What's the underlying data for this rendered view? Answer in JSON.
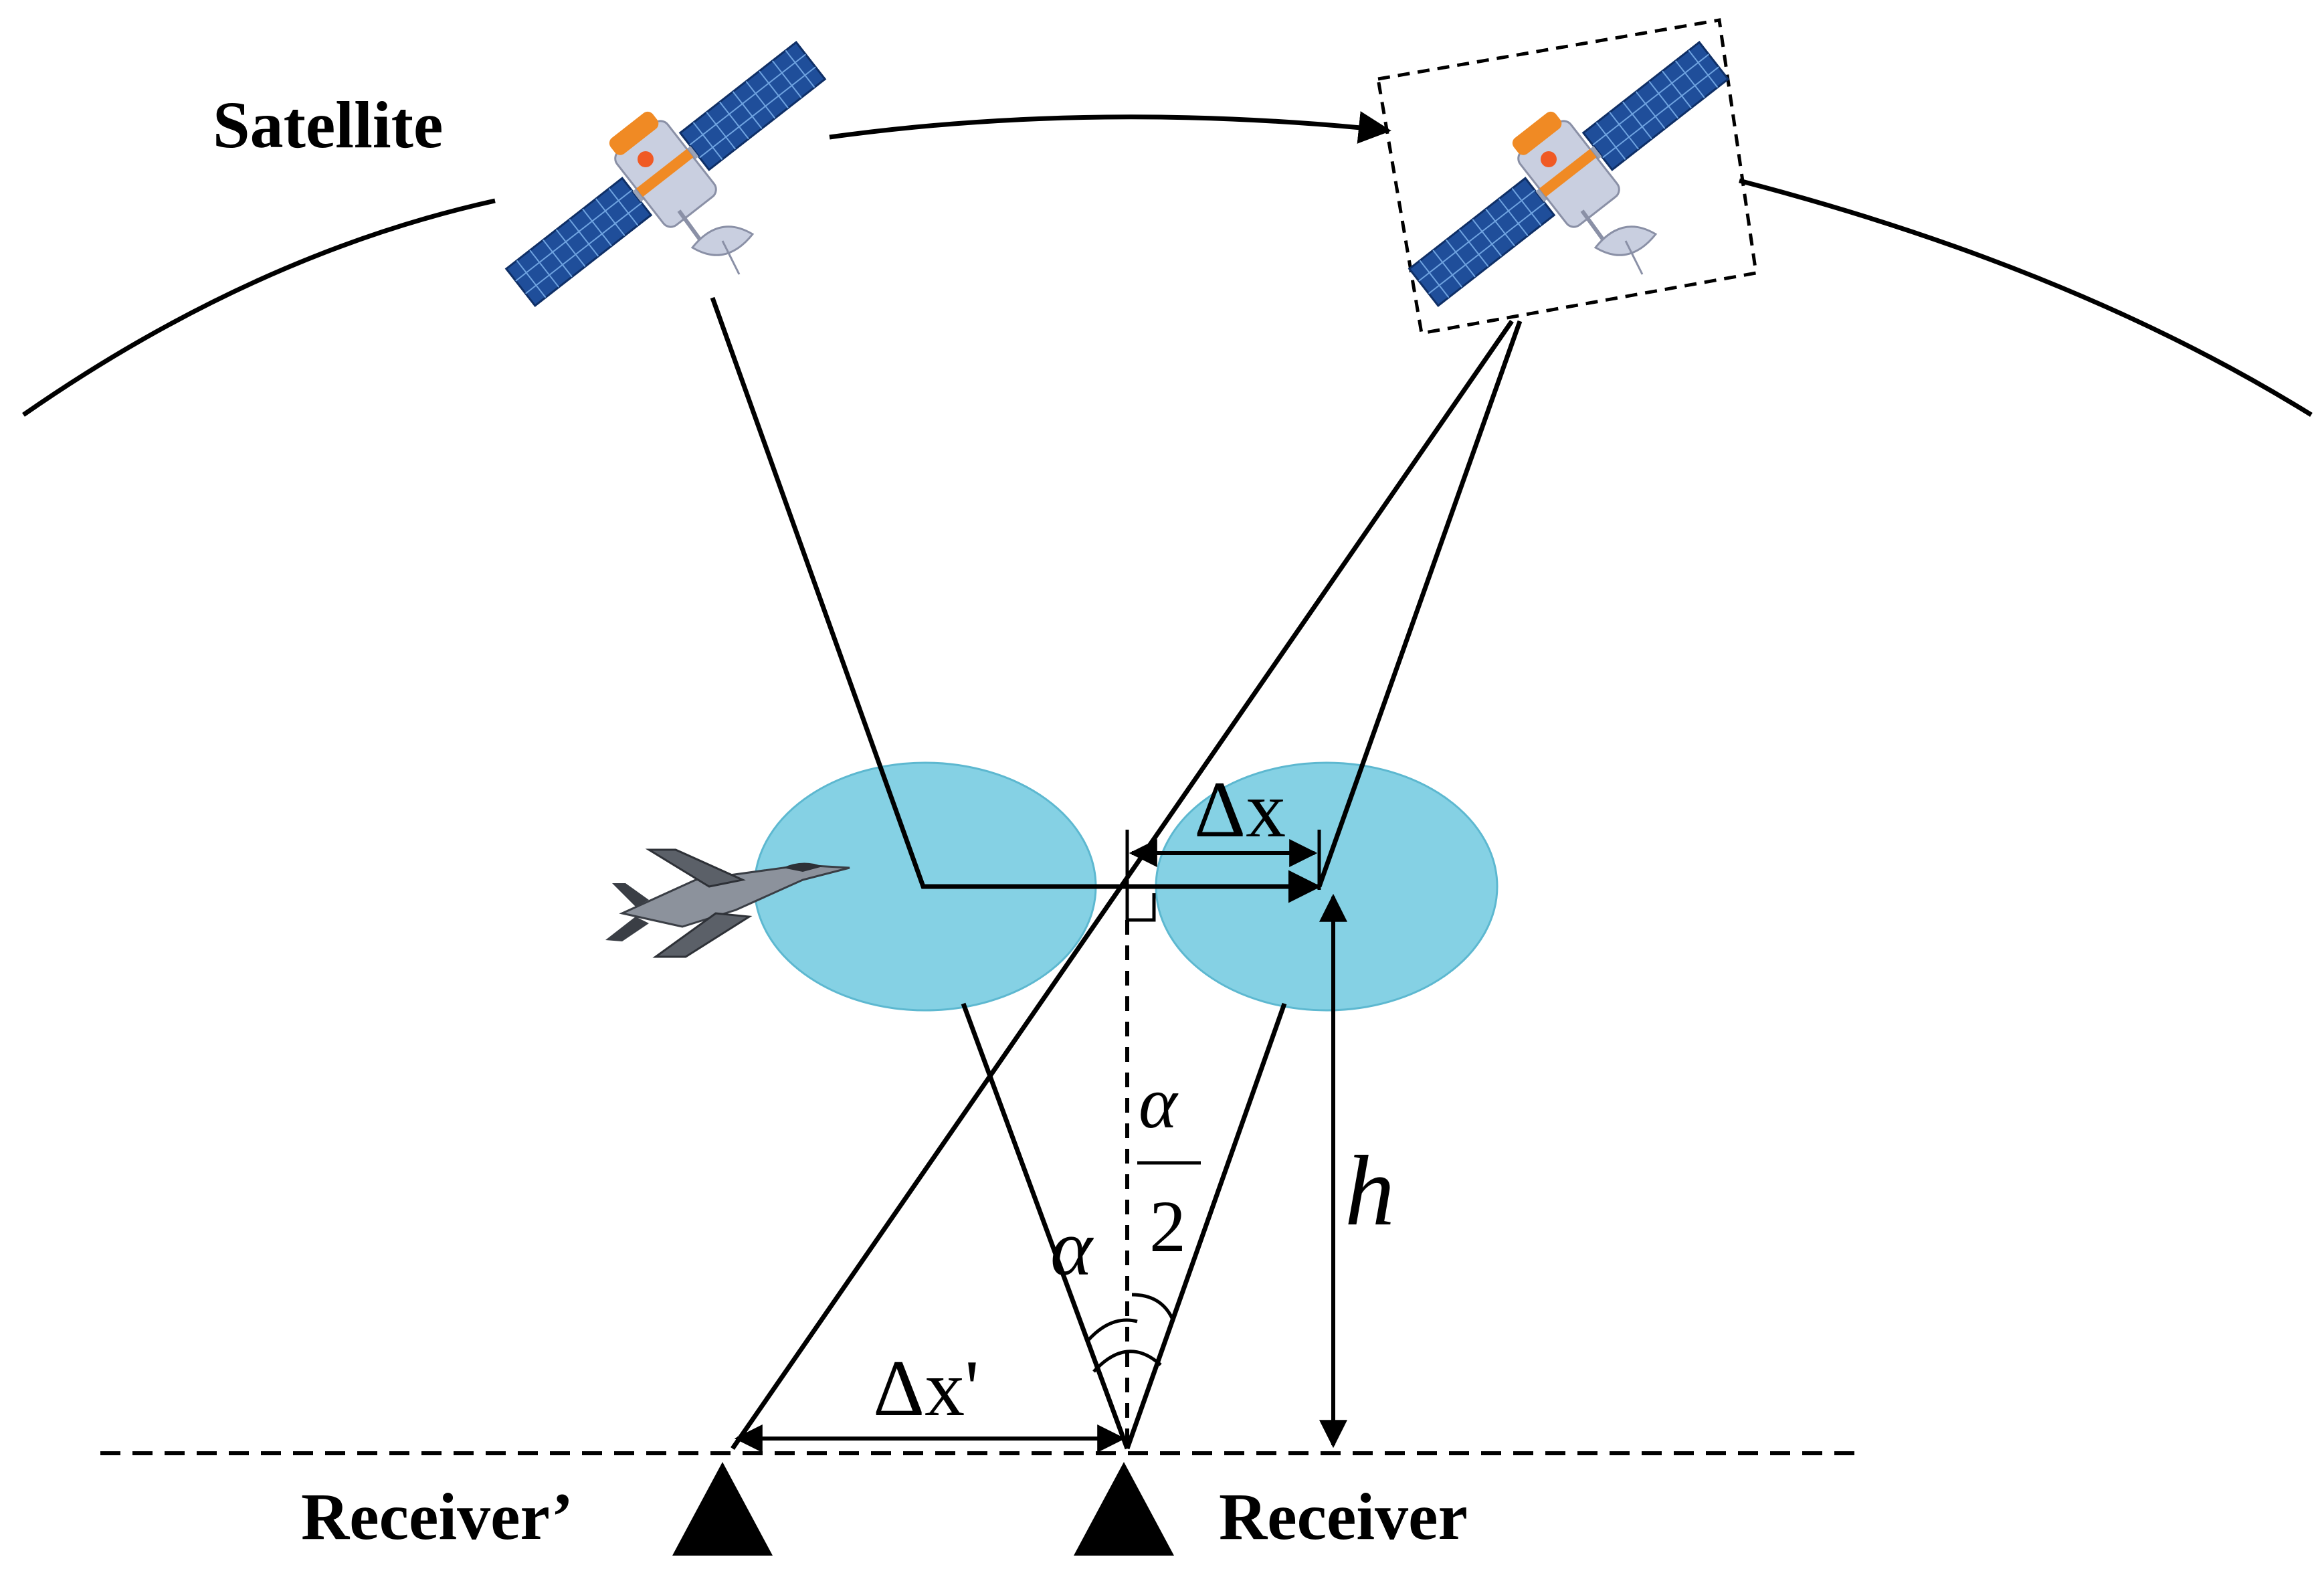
{
  "labels": {
    "satellite": "Satellite",
    "receiver": "Receiver",
    "receiver_prime": "Receiver’",
    "delta_x": "Δx",
    "delta_x_prime": "Δx'",
    "alpha": "α",
    "alpha_half_num": "α",
    "alpha_half_den": "2",
    "height": "h"
  },
  "icons": {
    "satellite": "satellite-icon",
    "aircraft": "fighter-jet-icon",
    "receiver": "triangle-marker-icon"
  },
  "colors": {
    "line": "#000000",
    "ionosphere_patch": "#7ecfe3",
    "solar_panel": "#1f4e9a",
    "satellite_body": "#c9cfe0",
    "satellite_accent": "#f08a24"
  }
}
